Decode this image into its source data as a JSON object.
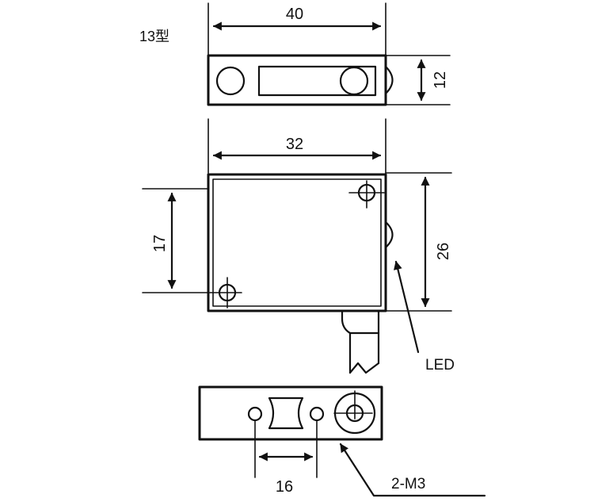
{
  "model_label": "13型",
  "dimensions": {
    "top_width": "40",
    "top_height": "12",
    "front_width": "32",
    "hole_spacing_vertical": "17",
    "body_height": "26",
    "hole_spacing_horizontal": "16"
  },
  "callouts": {
    "led": "LED",
    "mounting_holes": "2-M3"
  },
  "colors": {
    "line": "#111111",
    "background": "#ffffff"
  }
}
